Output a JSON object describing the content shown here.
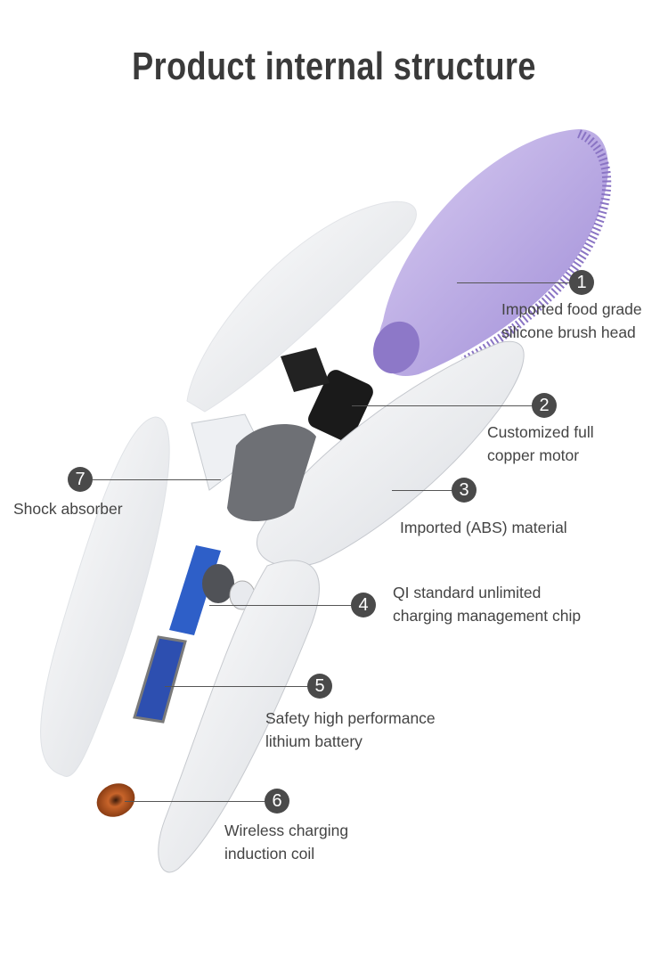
{
  "title": "Product internal structure",
  "callouts": [
    {
      "number": "1",
      "line1": "Imported food grade",
      "line2": "silicone brush head"
    },
    {
      "number": "2",
      "line1": "Customized full",
      "line2": "copper motor"
    },
    {
      "number": "3",
      "line1": "Imported (ABS) material"
    },
    {
      "number": "4",
      "line1": "QI standard unlimited",
      "line2": "charging management chip"
    },
    {
      "number": "5",
      "line1": "Safety high performance",
      "line2": "lithium battery"
    },
    {
      "number": "6",
      "line1": "Wireless charging",
      "line2": "induction coil"
    },
    {
      "number": "7",
      "line1": "Shock absorber"
    }
  ]
}
